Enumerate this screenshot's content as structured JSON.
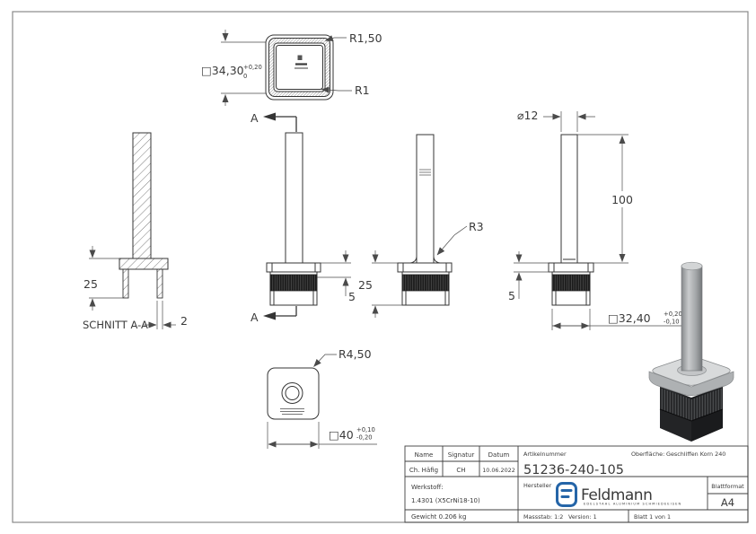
{
  "views": {
    "top": {
      "dim": "□34,30",
      "tol_up": "+0,20",
      "tol_dn": "0",
      "r_outer": "R1,50",
      "r_inner": "R1"
    },
    "section": {
      "label": "SCHNITT A-A",
      "dim_depth": "25",
      "dim_wall": "2"
    },
    "front": {
      "mark_top": "A",
      "mark_bottom": "A",
      "dim_band": "5"
    },
    "side": {
      "fillet": "R3",
      "dim_depth": "25"
    },
    "elevation": {
      "dim_dia": "⌀12",
      "dim_len": "100",
      "dim_band": "5",
      "dim_sq": "□32,40",
      "tol_up": "+0,20",
      "tol_dn": "-0,10"
    },
    "bottom": {
      "fillet": "R4,50",
      "dim_sq": "□40",
      "tol_up": "+0,10",
      "tol_dn": "-0,20"
    }
  },
  "title_block": {
    "headers": {
      "name": "Name",
      "signatur": "Signatur",
      "datum": "Datum",
      "artikelnummer": "Artikelnummer",
      "hersteller": "Hersteller",
      "blattformat": "Blattformat"
    },
    "values": {
      "name": "Ch. Häfig",
      "signatur": "CH",
      "datum": "10.06.2022",
      "artikelnummer": "51236-240-105",
      "blattformat": "A4"
    },
    "oberflaeche_label": "Oberfläche:",
    "oberflaeche_value": "Geschliffen Korn 240",
    "werkstoff_label": "Werkstoff:",
    "werkstoff_value": "1.4301 (X5CrNi18-10)",
    "gewicht": "Gewicht 0.206 kg",
    "massstab": "Massstab: 1:2",
    "version": "Version: 1",
    "blatt": "Blatt 1 von 1",
    "logo": {
      "wordmark": "Feldmann",
      "tagline": "EDELSTAHL ALUMINIUM SCHMIEDEEISEN"
    }
  },
  "colors": {
    "object_line": "#353535",
    "dim_line": "#4a4a4a",
    "knurl_dark": "#1b1b1b",
    "logo_blue": "#2565a8"
  }
}
